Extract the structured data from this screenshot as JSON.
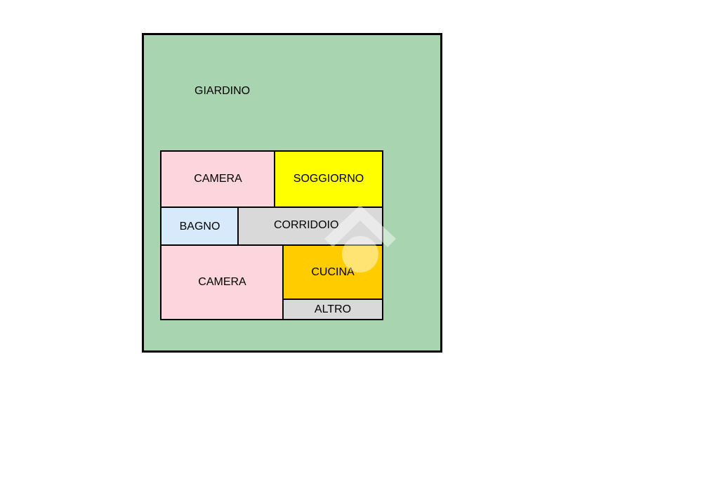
{
  "colors": {
    "garden": "#a8d5b0",
    "camera": "#fdd5dc",
    "soggiorno": "#ffff00",
    "bagno": "#d6eafb",
    "corridoio": "#d9d9d9",
    "cucina": "#ffcc00",
    "altro": "#d9d9d9",
    "wall": "#000000"
  },
  "plan": {
    "garden_label": "GIARDINO",
    "rooms": {
      "camera_top": "CAMERA",
      "soggiorno": "SOGGIORNO",
      "bagno": "BAGNO",
      "corridoio": "CORRIDOIO",
      "camera_bottom": "CAMERA",
      "cucina": "CUCINA",
      "altro": "ALTRO"
    }
  }
}
